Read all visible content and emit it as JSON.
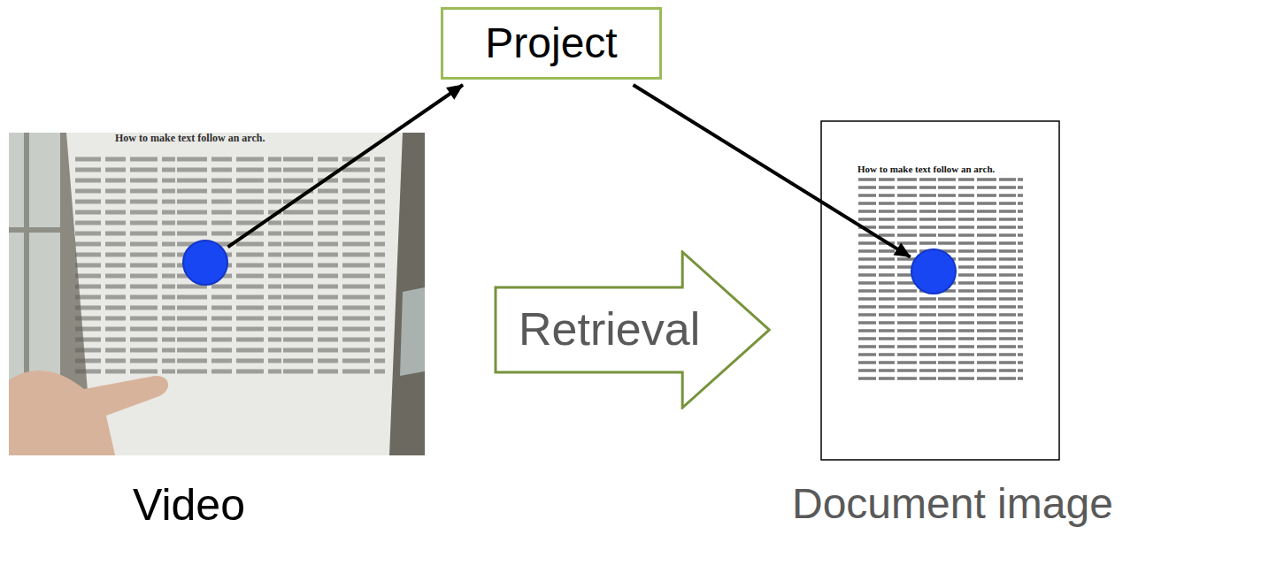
{
  "diagram": {
    "nodes": [
      {
        "text": [
          "Video"
        ]
      },
      {
        "text": [
          "Project"
        ]
      },
      {
        "text": [
          "Retrieval"
        ]
      },
      {
        "text": [
          "Document image"
        ]
      }
    ],
    "edges": [
      {
        "from": 0,
        "to": 1,
        "arrow": "to"
      },
      {
        "from": 1,
        "to": 3,
        "arrow": "to"
      }
    ],
    "labels": [
      "How to make text follow an arch.",
      "How to make text follow an arch."
    ]
  }
}
